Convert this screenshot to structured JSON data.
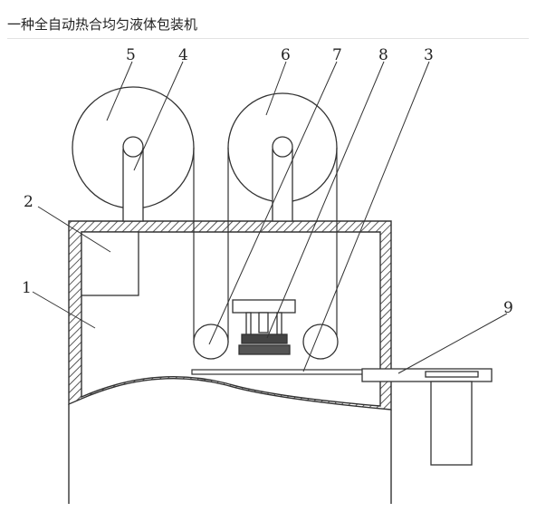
{
  "header": {
    "title": "一种全自动热合均匀液体包装机"
  },
  "diagram": {
    "callouts": [
      "5",
      "4",
      "6",
      "7",
      "8",
      "3",
      "2",
      "1",
      "9"
    ]
  }
}
